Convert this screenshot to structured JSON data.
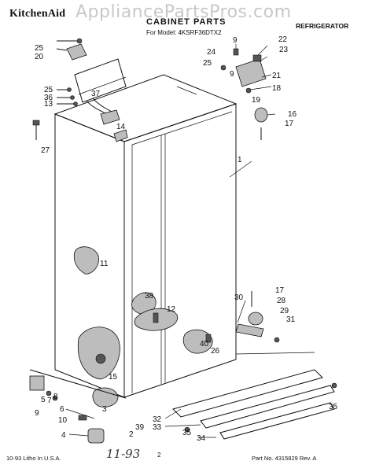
{
  "header": {
    "brand": "KitchenAid",
    "watermark": "AppliancePartsPros.com",
    "title": "CABINET PARTS",
    "model": "For Model: 4KSRF36DTX2",
    "category": "REFRIGERATOR"
  },
  "footer": {
    "left": "10-93 Litho In U.S.A.",
    "page": "2",
    "right": "Part No. 4315829 Rev. A",
    "handwriting": "11-93"
  },
  "callouts": {
    "c1": "1",
    "c2": "2",
    "c3": "3",
    "c4": "4",
    "c5": "5",
    "c6": "6",
    "c7": "7",
    "c8": "8",
    "c9a": "9",
    "c9b": "9",
    "c9c": "9",
    "c10": "10",
    "c11": "11",
    "c12": "12",
    "c13": "13",
    "c14": "14",
    "c15": "15",
    "c16": "16",
    "c17a": "17",
    "c17b": "17",
    "c18": "18",
    "c19": "19",
    "c20": "20",
    "c21": "21",
    "c22": "22",
    "c23": "23",
    "c24": "24",
    "c25a": "25",
    "c25b": "25",
    "c25c": "25",
    "c26": "26",
    "c27": "27",
    "c28": "28",
    "c29": "29",
    "c30": "30",
    "c31": "31",
    "c32": "32",
    "c33": "33",
    "c34": "34",
    "c35a": "35",
    "c35b": "35",
    "c36": "36",
    "c37": "37",
    "c38": "38",
    "c39": "39",
    "c40": "40"
  }
}
